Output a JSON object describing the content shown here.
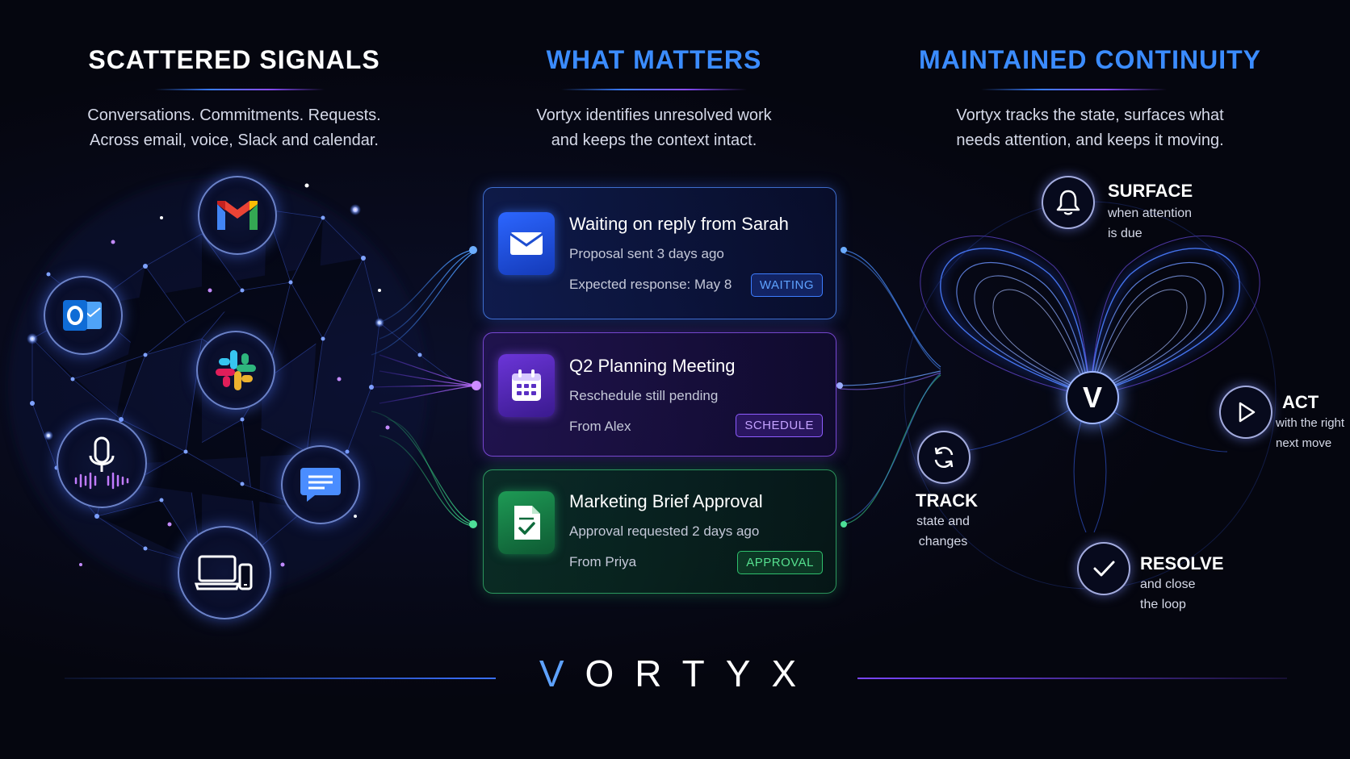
{
  "columns": [
    {
      "title": "SCATTERED SIGNALS",
      "lines": [
        "Conversations. Commitments. Requests.",
        "Across email, voice, Slack and calendar."
      ]
    },
    {
      "title": "WHAT MATTERS",
      "lines": [
        "Vortyx identifies unresolved work",
        "and keeps the context intact."
      ]
    },
    {
      "title": "MAINTAINED CONTINUITY",
      "lines": [
        "Vortyx tracks the state, surfaces what",
        "needs attention, and keeps it moving."
      ]
    }
  ],
  "source_icons": [
    "gmail-icon",
    "outlook-icon",
    "slack-icon",
    "voice-icon",
    "chat-icon",
    "devices-icon"
  ],
  "cards": [
    {
      "icon": "envelope-icon",
      "title": "Waiting on reply from Sarah",
      "line1": "Proposal sent 3 days ago",
      "line2": "Expected response: May 8",
      "badge": "WAITING"
    },
    {
      "icon": "calendar-icon",
      "title": "Q2 Planning Meeting",
      "line1": "Reschedule still pending",
      "line2": "From Alex",
      "badge": "SCHEDULE"
    },
    {
      "icon": "document-check-icon",
      "title": "Marketing Brief Approval",
      "line1": "Approval requested 2 days ago",
      "line2": "From Priya",
      "badge": "APPROVAL"
    }
  ],
  "steps": {
    "surface": {
      "label": "SURFACE",
      "lines": [
        "when attention",
        "is due"
      ]
    },
    "act": {
      "label": "ACT",
      "lines": [
        "with the right",
        "next move"
      ]
    },
    "track": {
      "label": "TRACK",
      "lines": [
        "state and",
        "changes"
      ]
    },
    "resolve": {
      "label": "RESOLVE",
      "lines": [
        "and close",
        "the loop"
      ]
    }
  },
  "core_letter": "V",
  "brand": {
    "first": "V",
    "rest": "ORTYX"
  },
  "colors": {
    "accent_blue": "#3b8cff",
    "accent_purple": "#8e5cff",
    "accent_green": "#2fbf6d",
    "background": "#05060f"
  }
}
